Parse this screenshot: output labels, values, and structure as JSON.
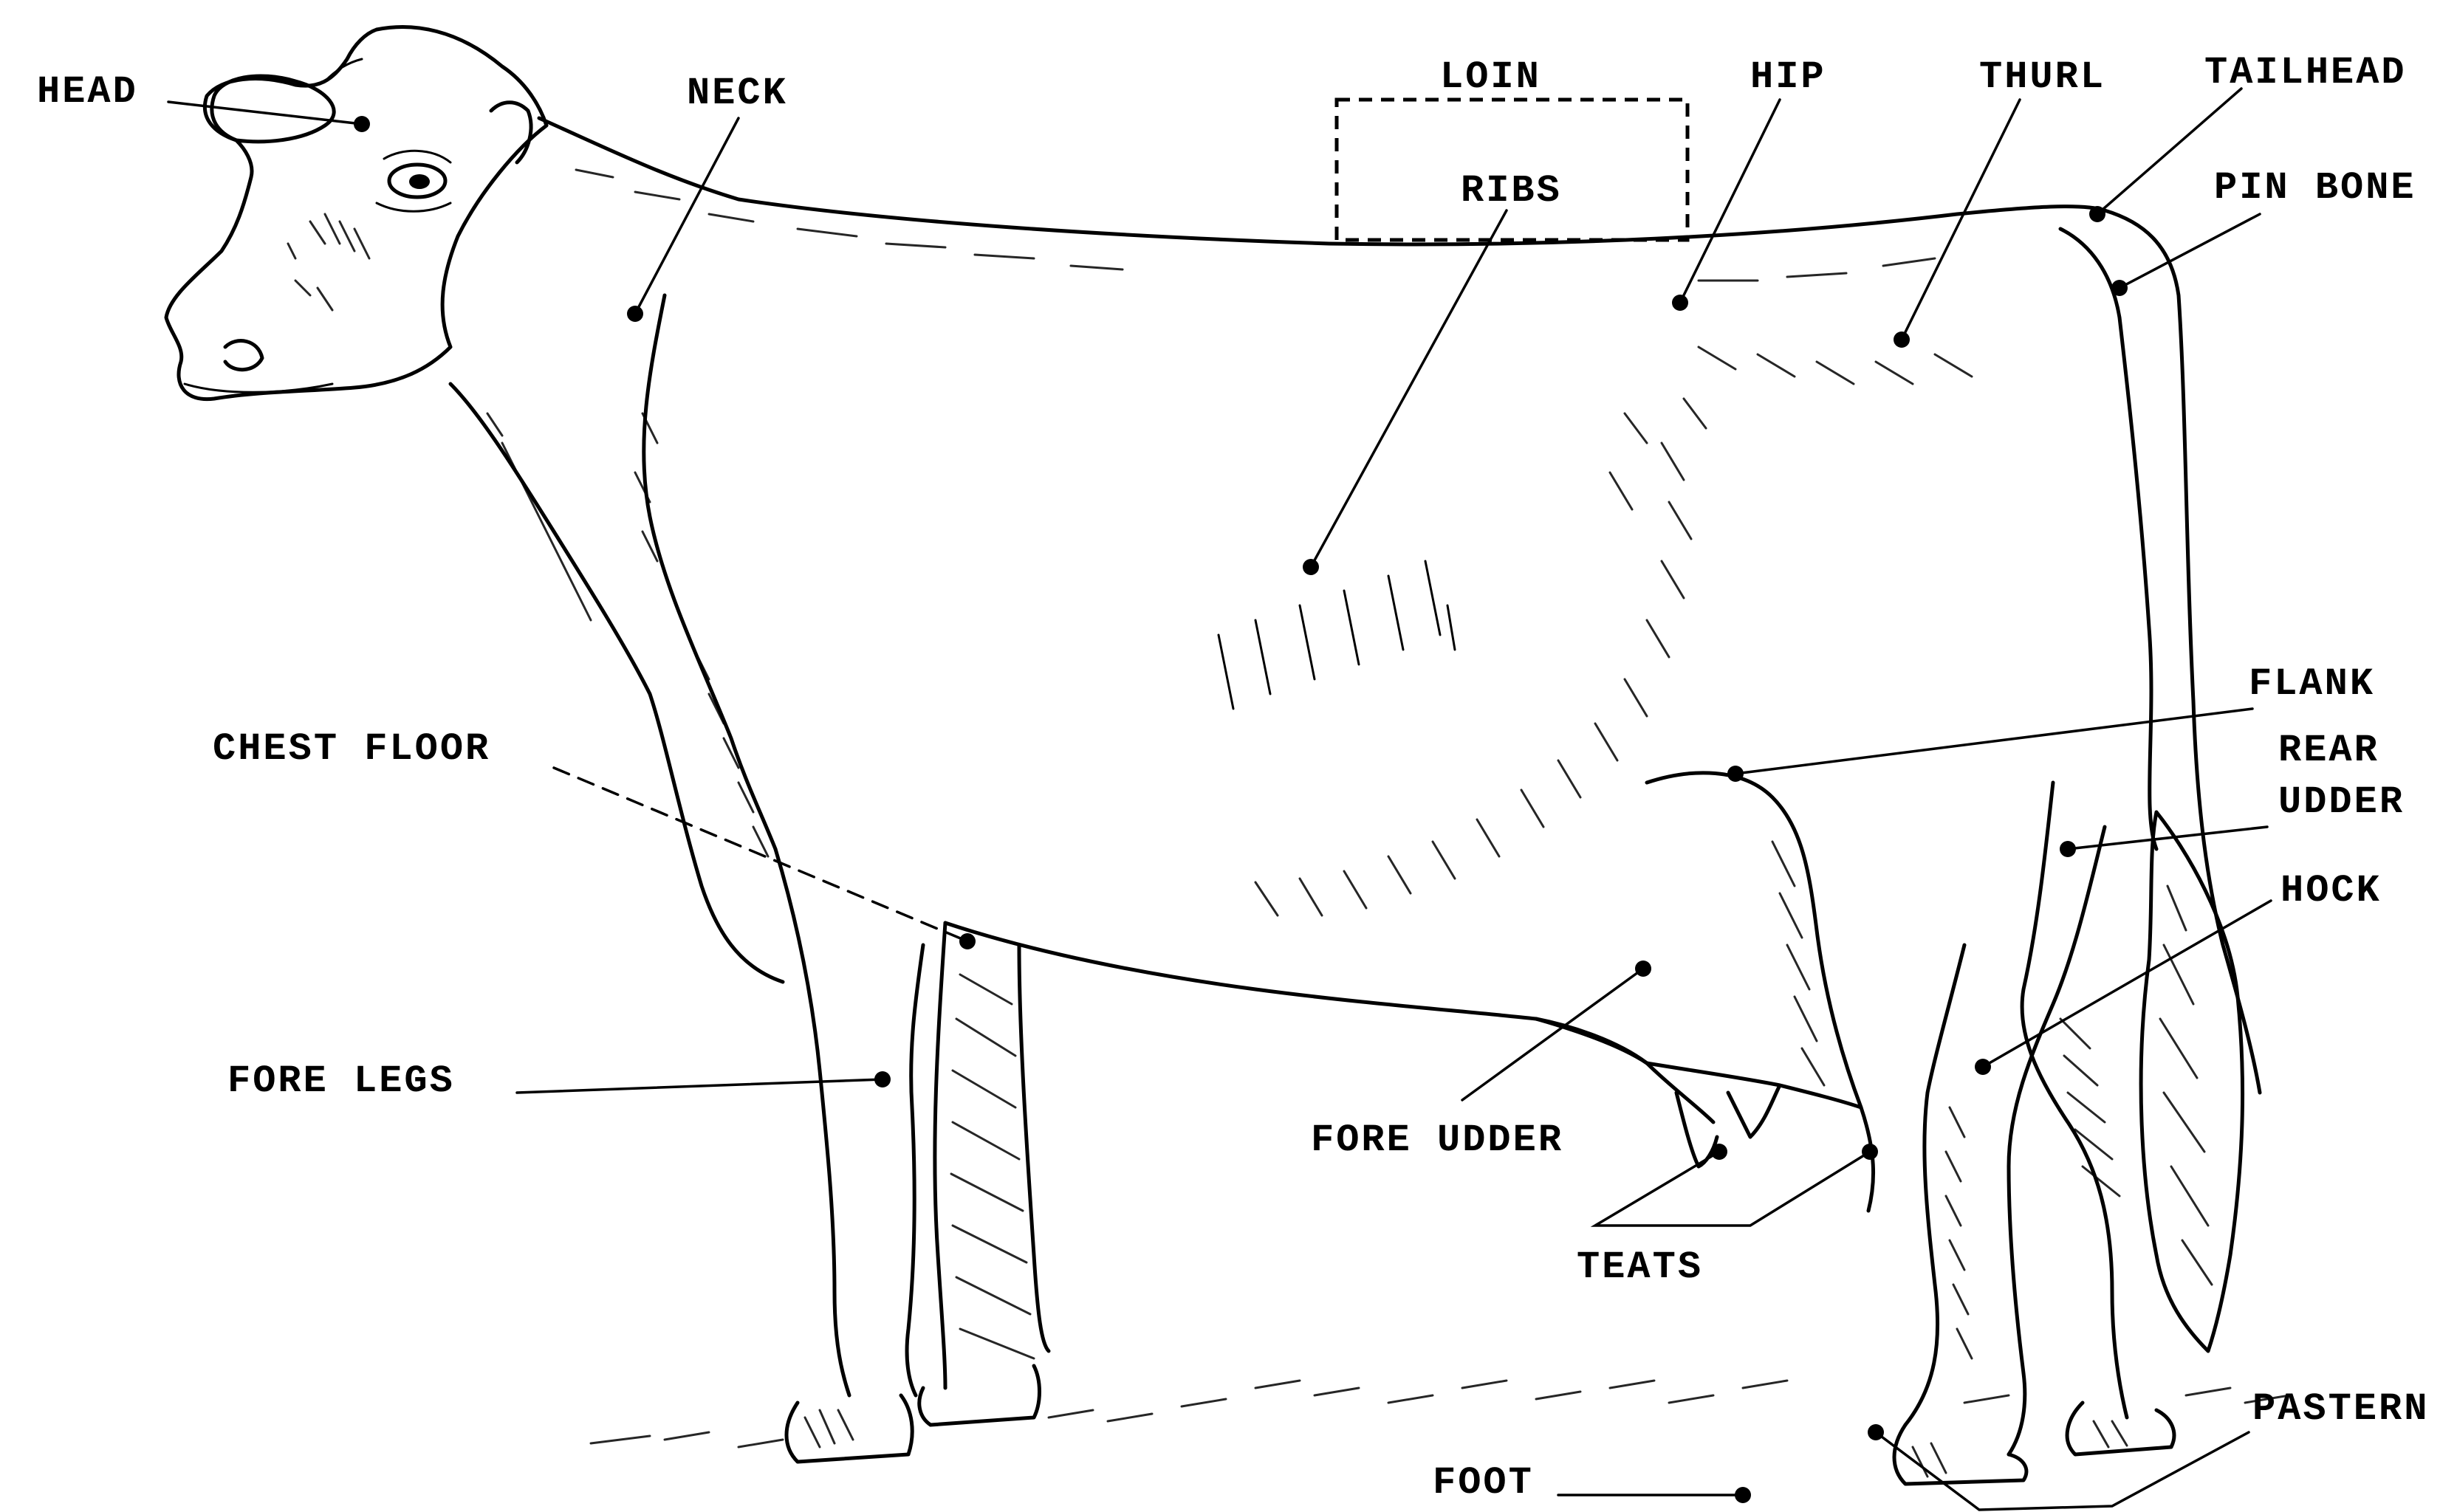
{
  "diagram": {
    "labels": {
      "head": "HEAD",
      "neck": "NECK",
      "loin": "LOIN",
      "ribs": "RIBS",
      "hip": "HIP",
      "thurl": "THURL",
      "tailhead": "TAILHEAD",
      "pin_bone": "PIN BONE",
      "flank": "FLANK",
      "rear_udder_line1": "REAR",
      "rear_udder_line2": "UDDER",
      "hock": "HOCK",
      "chest_floor": "CHEST FLOOR",
      "fore_legs": "FORE LEGS",
      "fore_udder": "FORE UDDER",
      "teats": "TEATS",
      "foot": "FOOT",
      "pastern": "PASTERN"
    }
  }
}
